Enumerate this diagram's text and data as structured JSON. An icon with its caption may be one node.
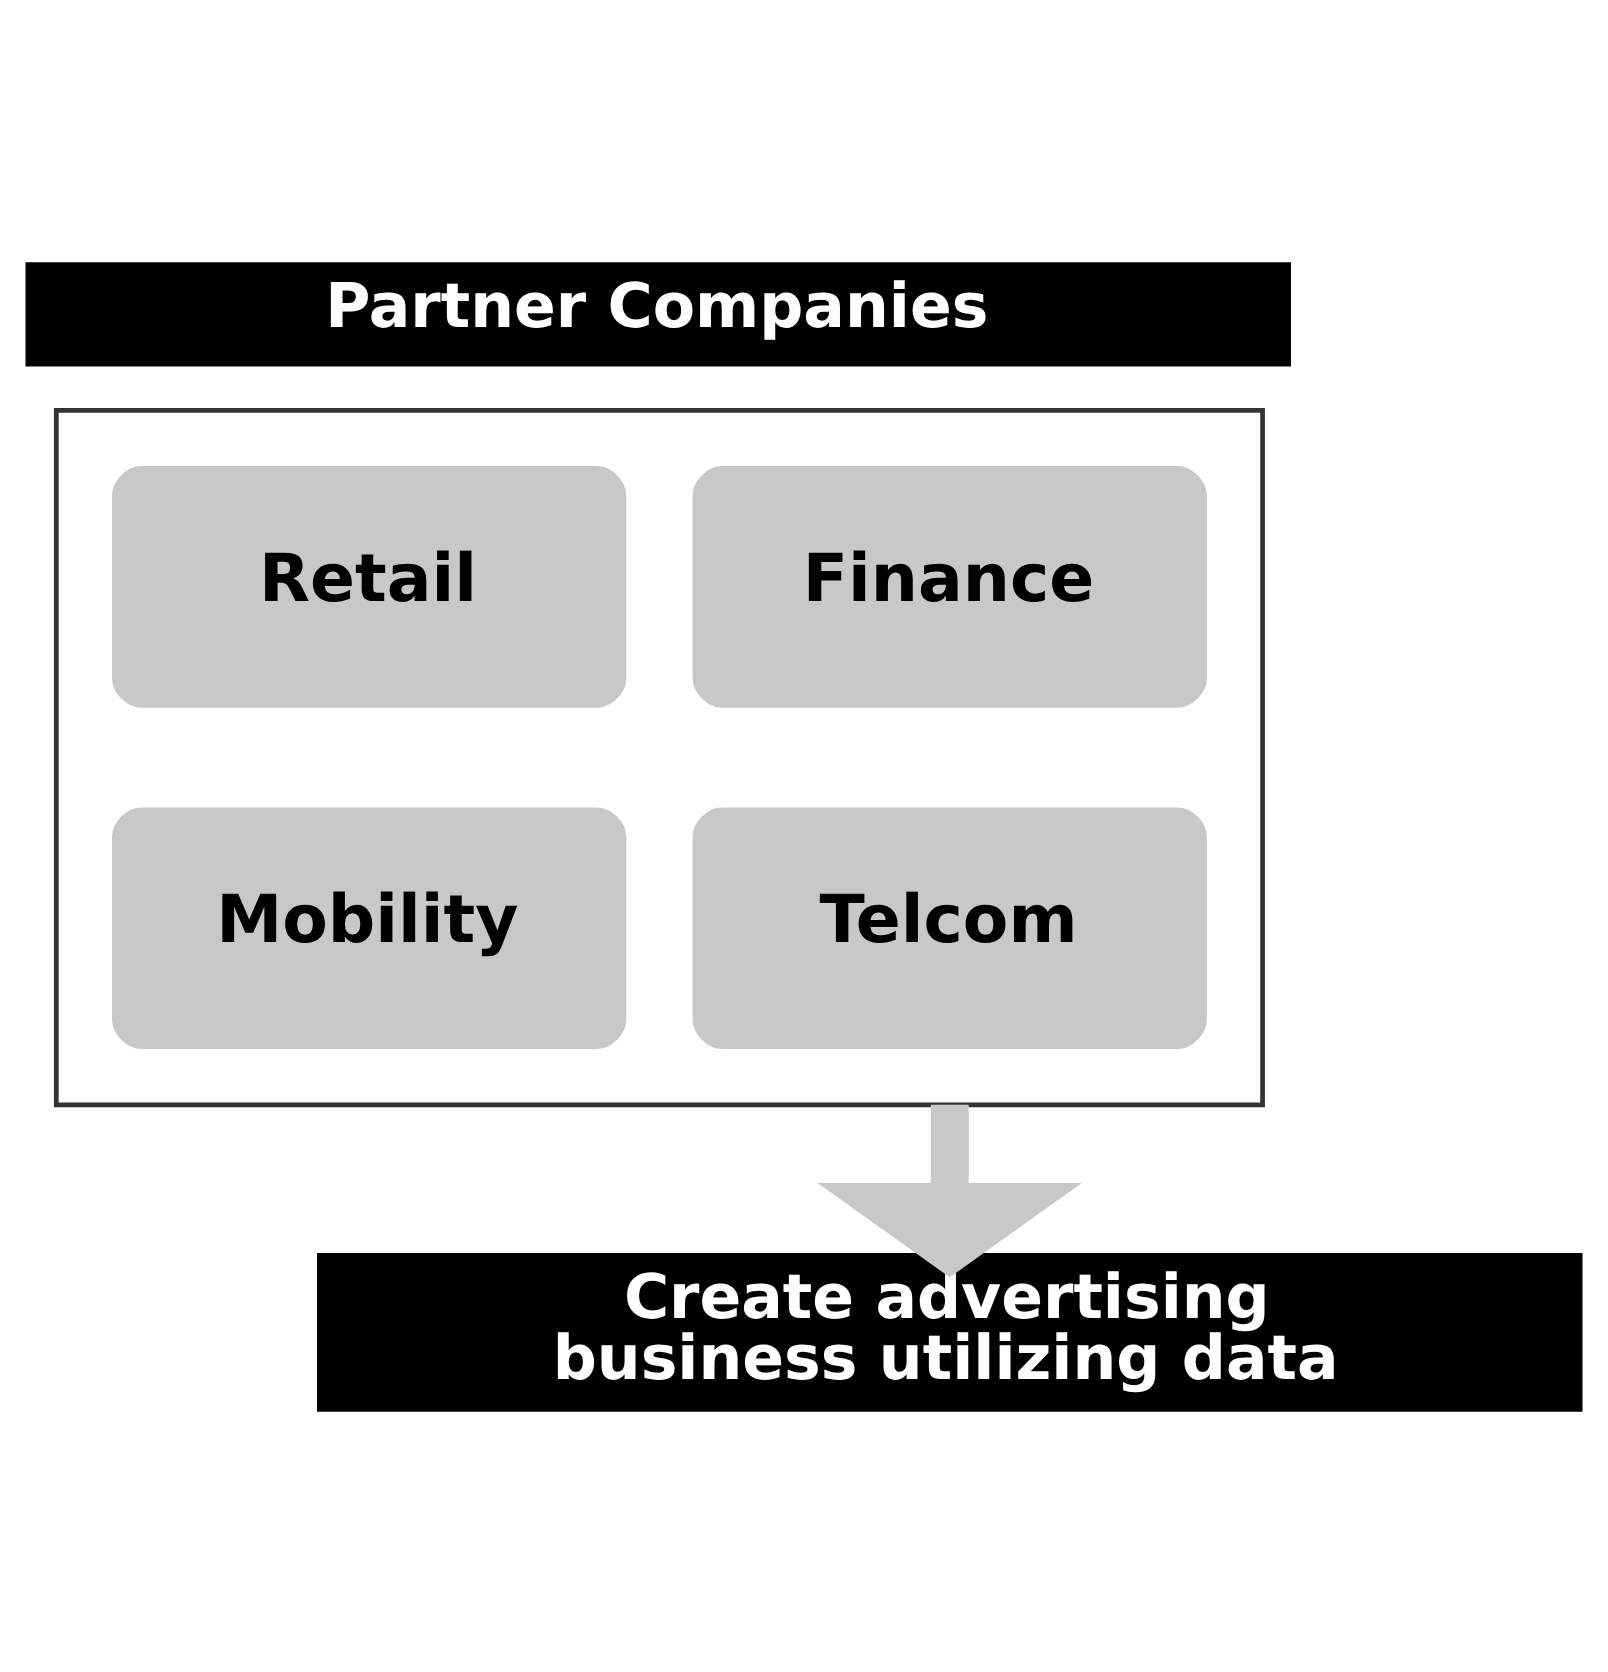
{
  "diagram": {
    "nodes": [
      {
        "text": [
          "Partner Companies"
        ]
      },
      {
        "text": [],
        "shape": "box"
      },
      {
        "text": [
          "Retail"
        ],
        "in": 1
      },
      {
        "text": [
          "Finance"
        ],
        "in": 1
      },
      {
        "text": [
          "Mobility"
        ],
        "in": 1
      },
      {
        "text": [
          "Telcom"
        ],
        "in": 1
      },
      {
        "text": [
          "Create advertising business utilizing data"
        ]
      }
    ],
    "edges": [
      {
        "from": 1,
        "to": 6,
        "arrow": "to",
        "color": "#c8c8c8"
      }
    ]
  }
}
